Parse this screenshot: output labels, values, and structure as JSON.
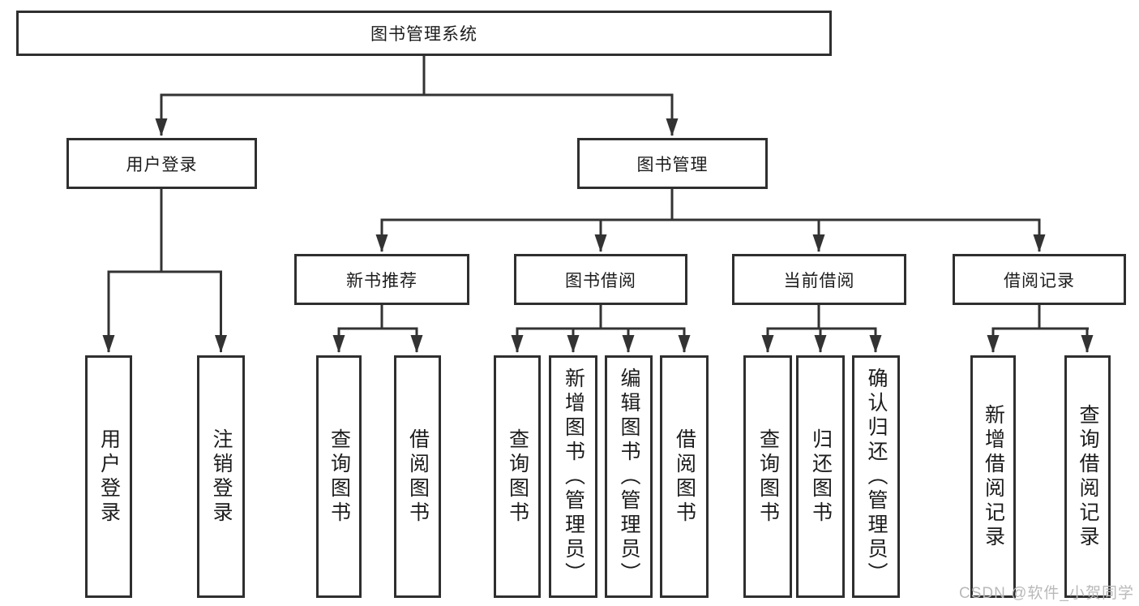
{
  "tree": {
    "root": {
      "label": "图书管理系统"
    },
    "level2": [
      {
        "label": "用户登录"
      },
      {
        "label": "图书管理"
      }
    ],
    "level3": [
      {
        "label": "新书推荐"
      },
      {
        "label": "图书借阅"
      },
      {
        "label": "当前借阅"
      },
      {
        "label": "借阅记录"
      }
    ],
    "leaves": [
      {
        "label": "用户登录"
      },
      {
        "label": "注销登录"
      },
      {
        "label": "查询图书"
      },
      {
        "label": "借阅图书"
      },
      {
        "label": "查询图书"
      },
      {
        "label": "新增图书（管理员）"
      },
      {
        "label": "编辑图书（管理员）"
      },
      {
        "label": "借阅图书"
      },
      {
        "label": "查询图书"
      },
      {
        "label": "归还图书"
      },
      {
        "label": "确认归还（管理员）"
      },
      {
        "label": "新增借阅记录"
      },
      {
        "label": "查询借阅记录"
      }
    ]
  },
  "watermark": "CSDN @软件_小贺同学",
  "colors": {
    "line": "#333333",
    "box_border": "#2f2f2f",
    "text": "#1c1c1c",
    "background": "#ffffff",
    "watermark": "#b9b9b9"
  }
}
